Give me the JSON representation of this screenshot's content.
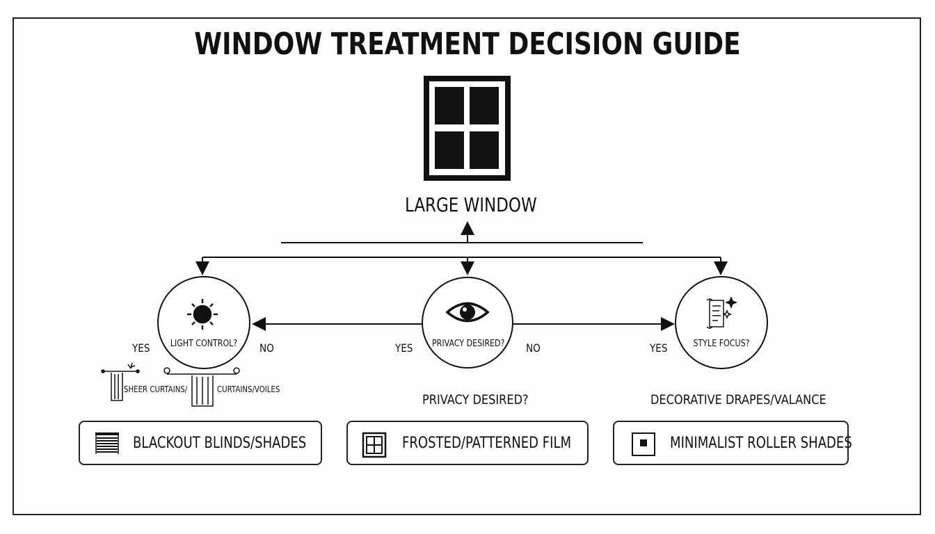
{
  "title": "WINDOW TREATMENT DECISION GUIDE",
  "root": {
    "label": "LARGE WINDOW",
    "icon": "window-icon"
  },
  "nodes": [
    {
      "question": "LIGHT CONTROL?",
      "icon": "sun-icon",
      "yes": "YES",
      "no": "NO"
    },
    {
      "question": "PRIVACY DESIRED?",
      "icon": "eye-icon",
      "yes": "YES",
      "no": "NO"
    },
    {
      "question": "STYLE FOCUS?",
      "icon": "scroll-sparkle-icon",
      "yes": "YES"
    }
  ],
  "sub_labels": {
    "sheer_left": "SHEER CURTAINS/",
    "sheer_right": "CURTAINS/VOILES",
    "privacy": "PRIVACY DESIRED?",
    "decorative": "DECORATIVE DRAPES/VALANCE"
  },
  "outcomes": [
    {
      "label": "BLACKOUT BLINDS/SHADES",
      "icon": "blinds-icon"
    },
    {
      "label": "FROSTED/PATTERNED FILM",
      "icon": "window-pane-icon"
    },
    {
      "label": "MINIMALIST ROLLER SHADES",
      "icon": "square-icon"
    }
  ],
  "colors": {
    "ink": "#111111",
    "background": "#ffffff"
  }
}
